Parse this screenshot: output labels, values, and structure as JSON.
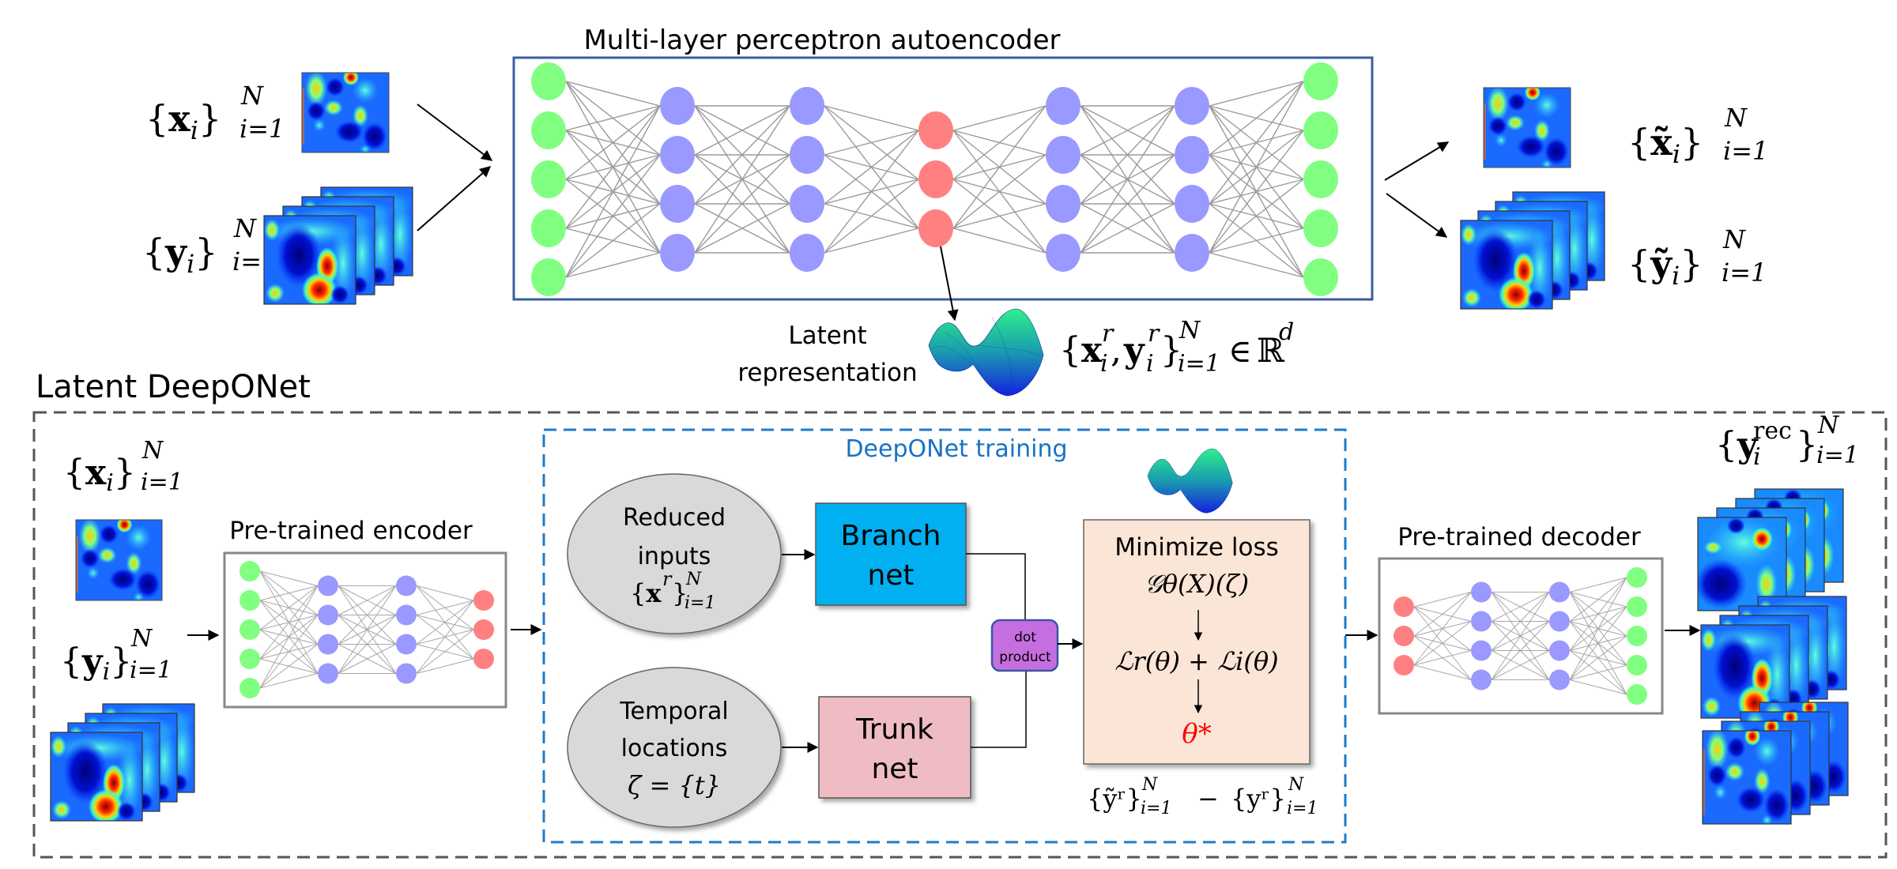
{
  "autoencoder": {
    "title": "Multi-layer perceptron autoencoder",
    "layers": [
      5,
      4,
      4,
      3,
      4,
      4,
      5
    ],
    "layer_roles": [
      "input",
      "hidden",
      "hidden",
      "latent",
      "hidden",
      "hidden",
      "output"
    ]
  },
  "inputs": {
    "x_label": {
      "open": "{",
      "sym": "x",
      "sub": "i",
      "close": "}",
      "sup": "N",
      "lim": "i=1"
    },
    "y_label": {
      "open": "{",
      "sym": "y",
      "sub": "i",
      "close": "}",
      "sup": "N",
      "lim": "i=1"
    },
    "y_stack_count": 4
  },
  "outputs": {
    "x_label": {
      "open": "{",
      "sym": "x̃",
      "sub": "i",
      "close": "}",
      "sup": "N",
      "lim": "i=1"
    },
    "y_label": {
      "open": "{",
      "sym": "ỹ",
      "sub": "i",
      "close": "}",
      "sup": "N",
      "lim": "i=1"
    },
    "y_stack_count": 4
  },
  "latent": {
    "label_line1": "Latent",
    "label_line2": "representation",
    "formula": {
      "open": "{",
      "x": "x",
      "y": "y",
      "sup_r": "r",
      "sub": "i",
      "sep": ",",
      "close": "}",
      "sup": "N",
      "lim": "i=1",
      "in": "∈",
      "space": "ℝ",
      "dim": "d"
    }
  },
  "latent_deeponet": {
    "title": "Latent DeepONet",
    "inputs": {
      "x_label": {
        "open": "{",
        "sym": "x",
        "sub": "i",
        "close": "}",
        "sup": "N",
        "lim": "i=1"
      },
      "y_label": {
        "open": "{",
        "sym": "y",
        "sub": "i",
        "close": "}",
        "sup": "N",
        "lim": "i=1"
      }
    },
    "encoder": {
      "title": "Pre-trained encoder",
      "layers": [
        5,
        4,
        4,
        3
      ]
    },
    "decoder": {
      "title": "Pre-trained decoder",
      "layers": [
        3,
        4,
        4,
        5
      ]
    },
    "training": {
      "title": "DeepONet training",
      "branch_input": {
        "line1": "Reduced",
        "line2": "inputs",
        "formula": {
          "open": "{",
          "sym": "x",
          "sup_r": "r",
          "close": "}",
          "sup": "N",
          "lim": "i=1"
        }
      },
      "trunk_input": {
        "line1": "Temporal",
        "line2": "locations",
        "formula": "ζ = {t}"
      },
      "branch_net": {
        "line1": "Branch",
        "line2": "net"
      },
      "trunk_net": {
        "line1": "Trunk",
        "line2": "net"
      },
      "dot_product": {
        "line1": "dot",
        "line2": "product"
      },
      "loss_box": {
        "title": "Minimize loss",
        "operator": "𝒢θ(X)(ζ)",
        "loss": "ℒr(θ) + ℒi(θ)",
        "optimum": "θ*"
      },
      "residual": {
        "left": "{ỹʳ}",
        "right": "{yʳ}",
        "sup": "N",
        "lim": "i=1",
        "minus": "−"
      }
    },
    "output_label": {
      "open": "{",
      "sym": "y",
      "sub": "i",
      "sup_rec": "rec",
      "close": "}",
      "sup": "N",
      "lim": "i=1"
    },
    "output_stack_groups": 3
  },
  "colors": {
    "input_node": "#80ff80",
    "hidden_node": "#9999ff",
    "latent_node": "#ff8080",
    "ae_frame": "#3a5da0",
    "outer_dash": "#555555",
    "training_dash": "#1f7bc8",
    "training_title": "#1a72c4",
    "branch_fill": "#00b0f0",
    "trunk_fill": "#f0bcc4",
    "loss_fill": "#fbe5d6",
    "dot_fill": "#c56ee0",
    "dot_stroke": "#3a55a4",
    "ellipse_fill": "#d9d9d9",
    "optimum": "#ff0000"
  }
}
